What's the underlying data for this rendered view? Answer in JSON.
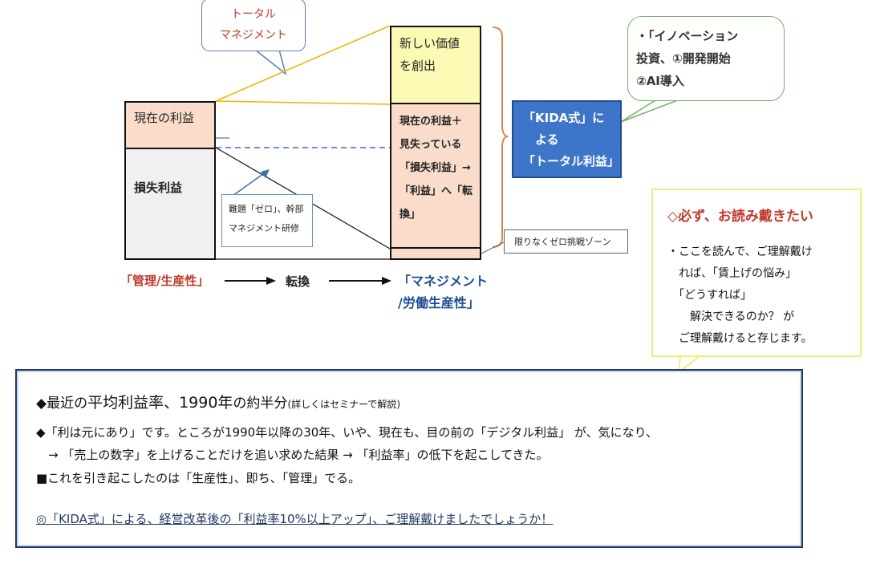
{
  "callouts": {
    "total_management": "トータル\nマネジメント",
    "innovation": "・「イノベーション\n 投資、①開発開始\n ②AI導入"
  },
  "boxes": {
    "current_profit": "現在の利益",
    "loss_profit": "損失利益",
    "new_value": "新しい価値\nを創出",
    "future_profit": "現在の利益＋\n見失っている\n「損失利益」→\n「利益」へ「転\n換」",
    "kida": "「KIDA式」に\n　よる\n「トータル利益」",
    "zero_note": "難題「ゼロ」、幹部\nマネジメント研修",
    "zero_zone": "限りなくゼロ挑戦ゾーン"
  },
  "axis_labels": {
    "left": "「管理/生産性」",
    "middle": "転換",
    "right": "「マネジメント\n/労働生産性」"
  },
  "notice": {
    "title": "◇必ず、お読み戴きたい",
    "body": "・ここを読んで、ご理解戴け\n　れば、「賃上げの悩み」\n　「どうすれば」\n　　解決できるのか？ が\n　ご理解戴けると存じます。"
  },
  "summary": {
    "title_prefix": "◆最近の",
    "title_highlight": "平均利益率、1990年",
    "title_suffix": "の約半分",
    "title_note": "(詳しくはセミナーで解説)",
    "line2": "◆「利は元にあり」です。ところが1990年以降の30年、いや、現在も、目の前の「デジタル利益」 が、気になり、",
    "line3": "　→ 「売上の数字」を上げることだけを追い求めた結果 → 「利益率」の低下を起こしてきた。",
    "line4": "■これを引き起こしたのは「生産性」、即ち、「管理」でる。",
    "line5": "◎「KIDA式」による、経営改革後の「利益率10%以上アップ」、ご理解戴けましたでしょうか！"
  },
  "colors": {
    "accent_red": "#c0392b",
    "kida_blue": "#3d76c9",
    "label_blue": "#1f4f91",
    "peach": "#f9dcca",
    "light_yellow": "#fafab4"
  }
}
